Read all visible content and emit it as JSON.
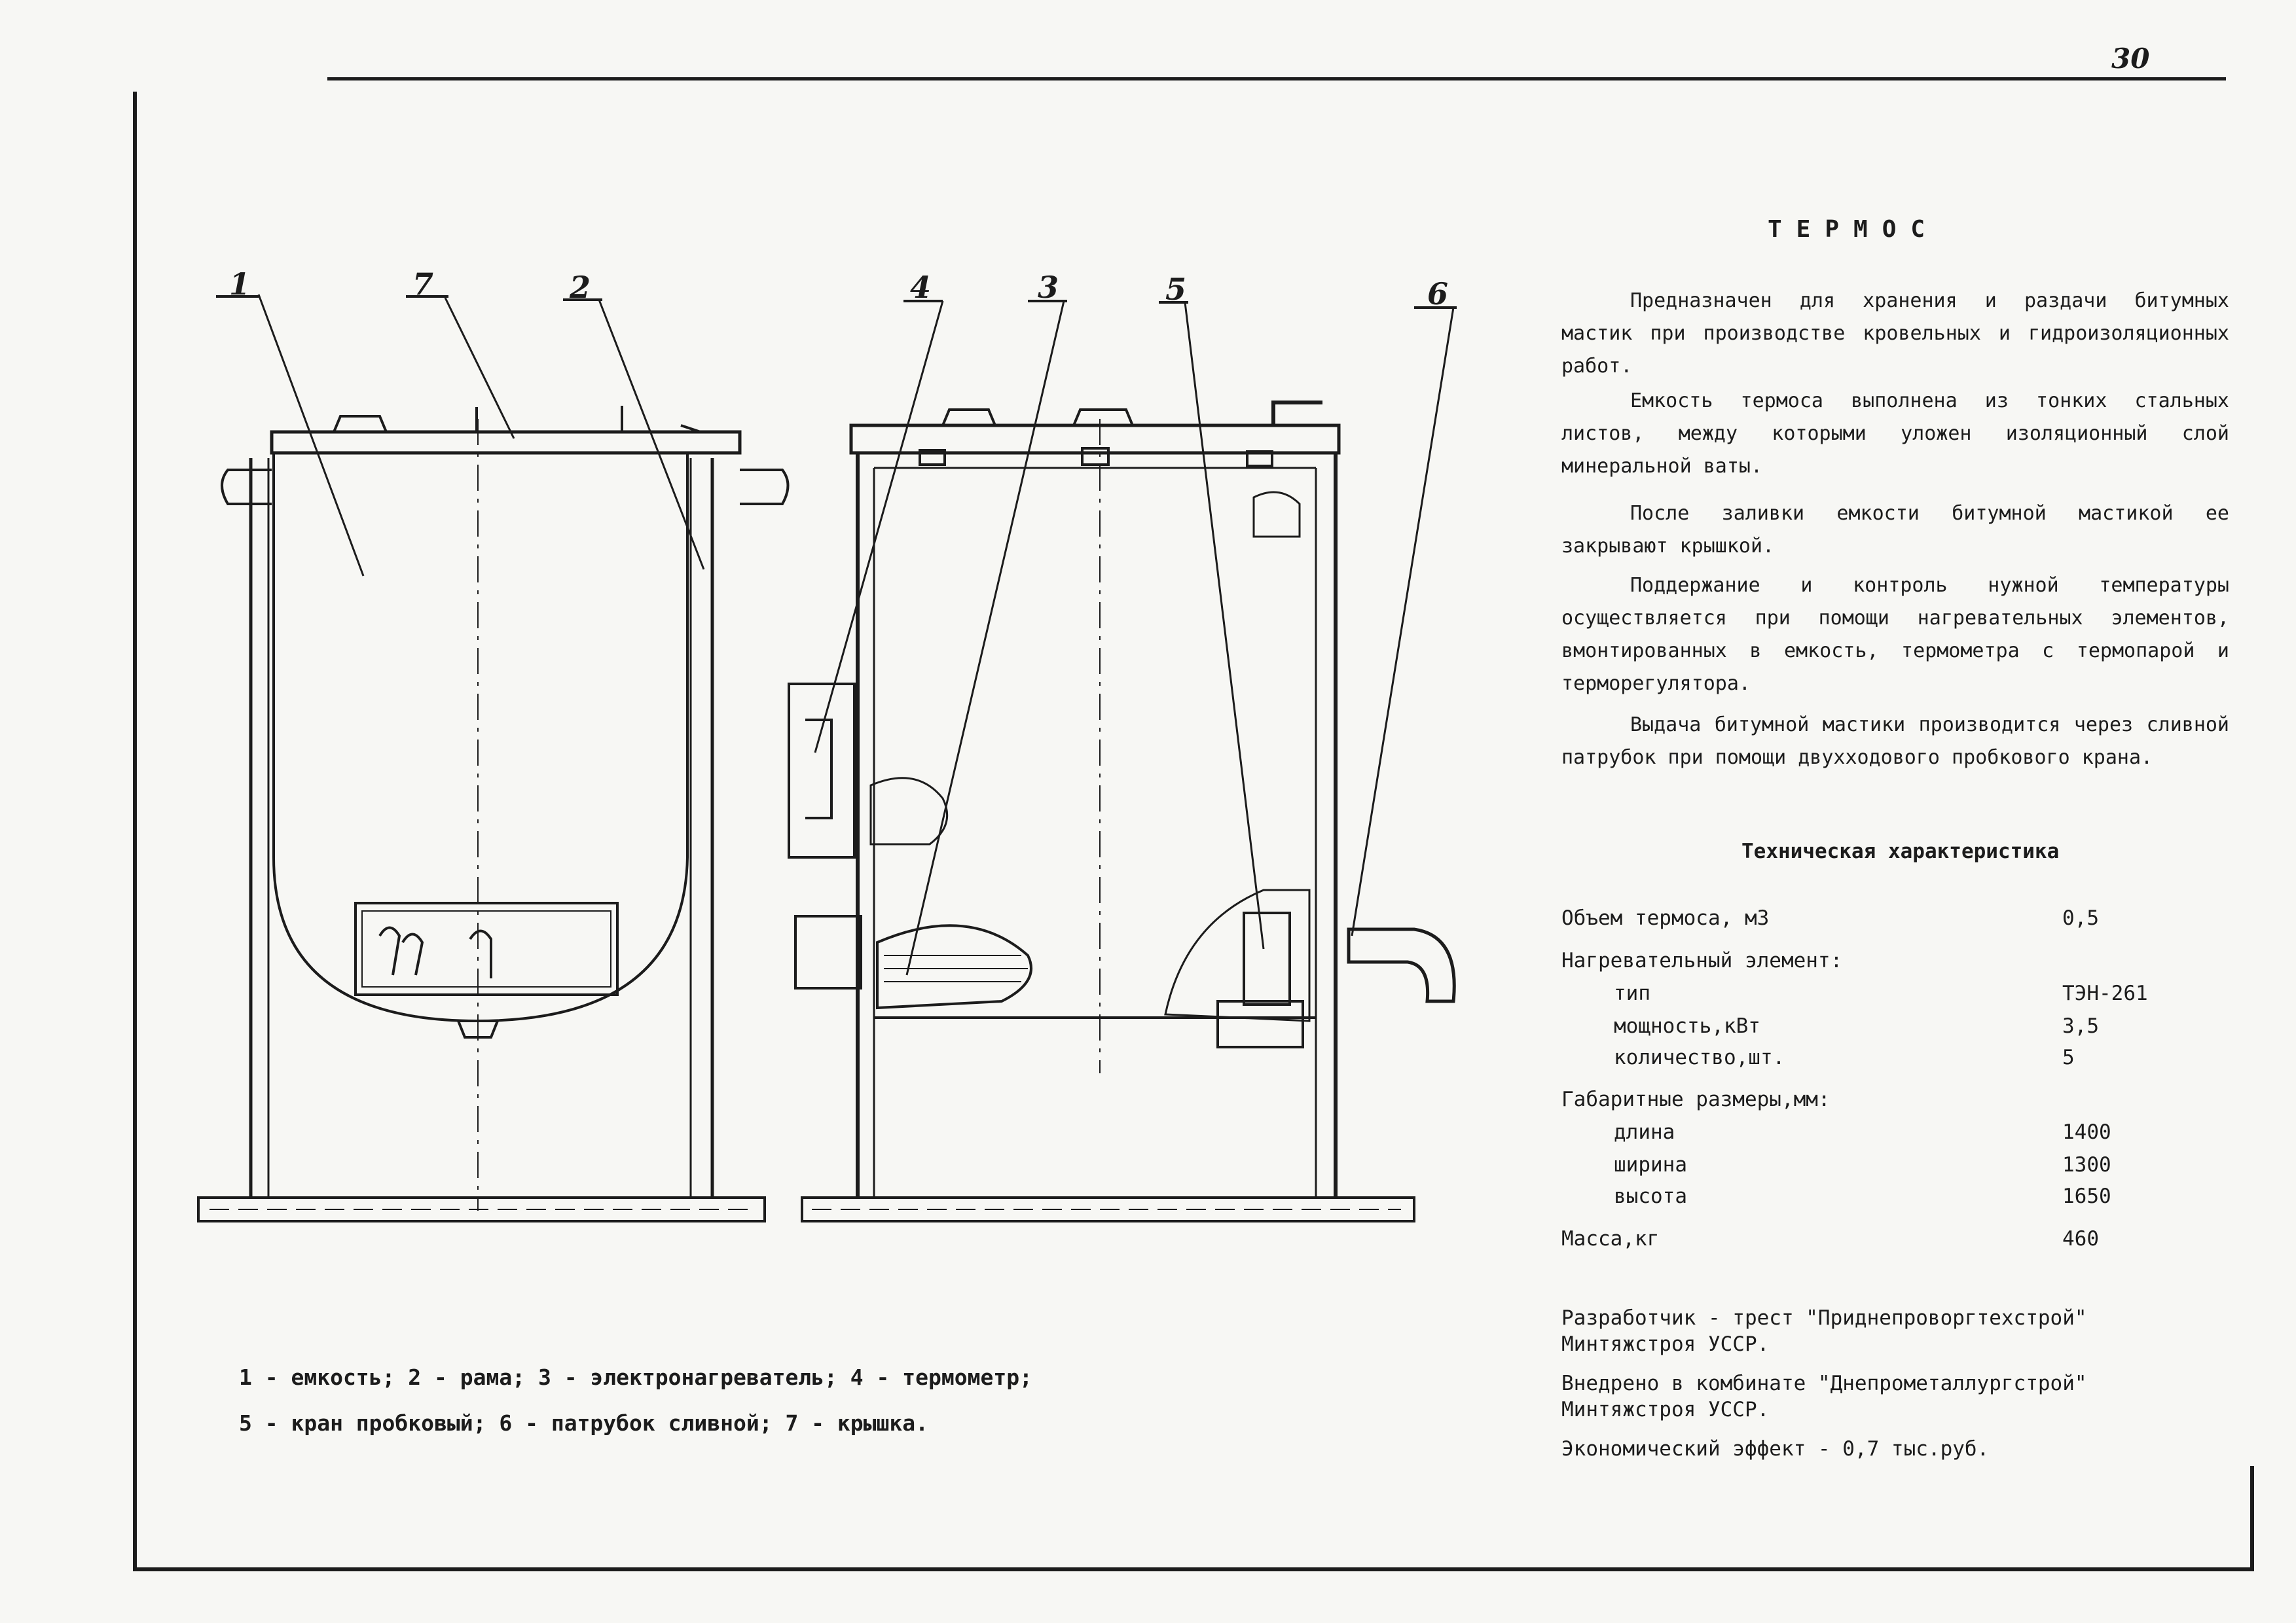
{
  "page_number": "30",
  "title": "ТЕРМОС",
  "description": [
    "Предназначен для хранения и раздачи битумных мастик при производстве кровельных и гидроизоляционных работ.",
    "Емкость термоса выполнена из тонких стальных листов, между которыми уложен изоляционный слой минеральной ваты.",
    "После заливки емкости битумной мастикой ее закрывают крышкой.",
    "Поддержание и контроль нужной температуры осуществляется при помощи нагревательных элементов, вмонтированных в емкость, термометра с термопарой и терморегулятора.",
    "Выдача битумной мастики производится через сливной патрубок при помощи двухходового пробкового крана."
  ],
  "tech_heading": "Техническая характеристика",
  "specs": [
    {
      "label": "Объем термоса, м3",
      "value": "0,5",
      "sub": false
    },
    {
      "label": "Нагревательный элемент:",
      "value": "",
      "sub": false
    },
    {
      "label": "тип",
      "value": "ТЭН-261",
      "sub": true
    },
    {
      "label": "мощность,кВт",
      "value": "3,5",
      "sub": true
    },
    {
      "label": "количество,шт.",
      "value": "5",
      "sub": true
    },
    {
      "label": "Габаритные размеры,мм:",
      "value": "",
      "sub": false
    },
    {
      "label": "длина",
      "value": "1400",
      "sub": true
    },
    {
      "label": "ширина",
      "value": "1300",
      "sub": true
    },
    {
      "label": "высота",
      "value": "1650",
      "sub": true
    },
    {
      "label": "Масса,кг",
      "value": "460",
      "sub": false
    }
  ],
  "developer": [
    "Разработчик - трест \"Приднепроворгтехстрой\"",
    "Минтяжстроя УССР.",
    "Внедрено в комбинате \"Днепрометаллургстрой\"",
    "Минтяжстроя УССР.",
    "Экономический эффект - 0,7 тыс.руб."
  ],
  "legend": [
    "1 - емкость; 2 - рама; 3 - электронагреватель; 4 - термометр;",
    "5 - кран пробковый; 6 - патрубок сливной; 7 - крышка."
  ],
  "callouts": [
    "1",
    "7",
    "2",
    "4",
    "3",
    "5",
    "6"
  ]
}
